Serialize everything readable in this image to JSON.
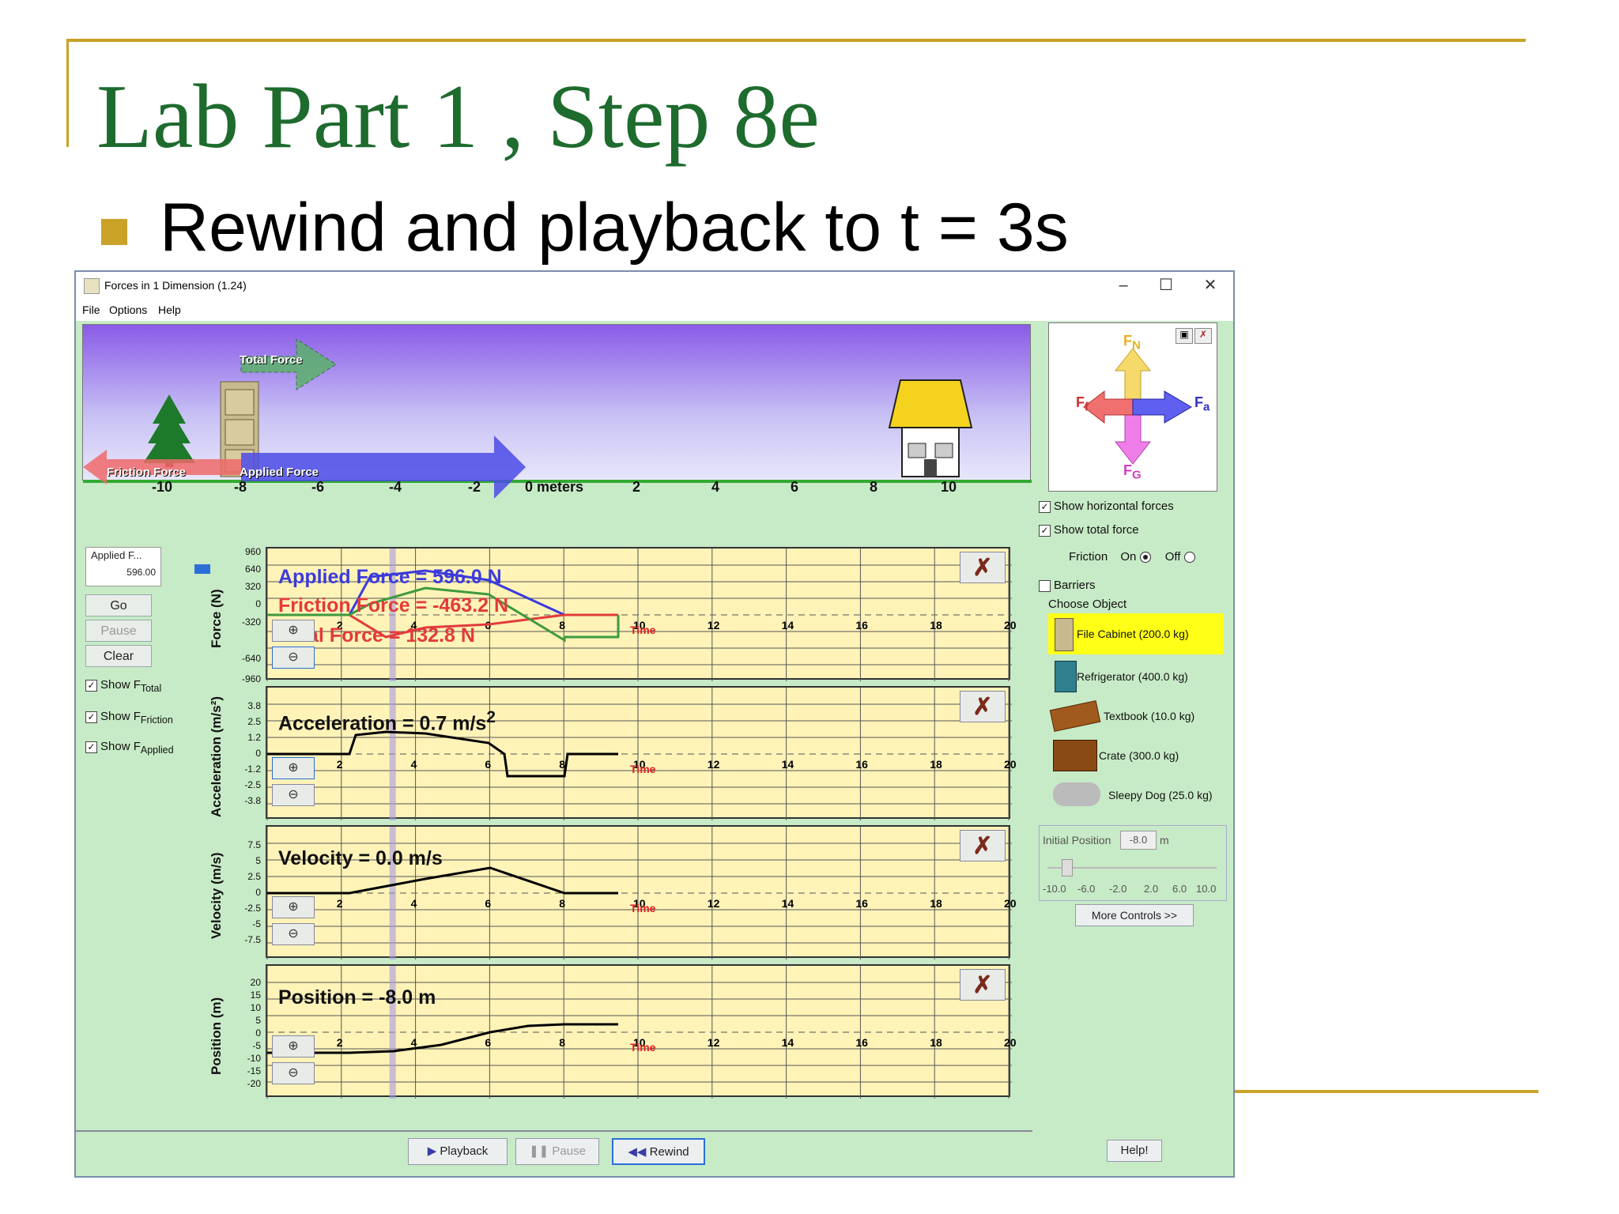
{
  "slide": {
    "title": "Lab Part 1 , Step 8e",
    "bullet": "Rewind and playback to t = 3s"
  },
  "window": {
    "title": "Forces in 1 Dimension (1.24)",
    "menu": [
      "File",
      "Options",
      "Help"
    ],
    "controls": {
      "minimize": "–",
      "maximize": "☐",
      "close": "✕"
    }
  },
  "scene": {
    "total_force_label": "Total Force",
    "friction_force_label": "Friction Force",
    "applied_force_label": "Applied Force",
    "ruler": [
      "-10",
      "-8",
      "-6",
      "-4",
      "-2",
      "0 meters",
      "2",
      "4",
      "6",
      "8",
      "10"
    ]
  },
  "left_panel": {
    "applied_field_label": "Applied F...",
    "applied_field_value": "596.00",
    "go": "Go",
    "pause": "Pause",
    "clear": "Clear",
    "show_prefix": "Show F",
    "show_total_sub": "Total",
    "show_friction_sub": "Friction",
    "show_applied_sub": "Applied"
  },
  "graphs": {
    "time_label": "Time",
    "x_ticks": [
      "2",
      "4",
      "6",
      "8",
      "10",
      "12",
      "14",
      "16",
      "18",
      "20"
    ],
    "force": {
      "ylabel": "Force (N)",
      "y_ticks": [
        "960",
        "640",
        "320",
        "0",
        "-320",
        "-640",
        "-960"
      ],
      "applied_readout": "Applied Force = 596.0 N",
      "friction_readout": "Friction Force = -463.2 N",
      "total_readout": "Total Force = 132.8 N"
    },
    "acceleration": {
      "ylabel": "Acceleration (m/s²)",
      "y_ticks": [
        "3.8",
        "2.5",
        "1.2",
        "0",
        "-1.2",
        "-2.5",
        "-3.8"
      ],
      "readout": "Acceleration = 0.7 m/s",
      "readout_sup": "2"
    },
    "velocity": {
      "ylabel": "Velocity (m/s)",
      "y_ticks": [
        "7.5",
        "5",
        "2.5",
        "0",
        "-2.5",
        "-5",
        "-7.5"
      ],
      "readout": "Velocity = 0.0 m/s"
    },
    "position": {
      "ylabel": "Position (m)",
      "y_ticks": [
        "20",
        "15",
        "10",
        "5",
        "0",
        "-5",
        "-10",
        "-15",
        "-20"
      ],
      "readout": "Position = -8.0 m"
    }
  },
  "right_panel": {
    "fbd_labels": {
      "normal": "F",
      "normal_sub": "N",
      "friction": "F",
      "friction_sub": "f",
      "applied": "F",
      "applied_sub": "a",
      "gravity": "F",
      "gravity_sub": "G"
    },
    "show_horizontal": "Show horizontal forces",
    "show_total": "Show total force",
    "friction_label": "Friction",
    "friction_on": "On",
    "friction_off": "Off",
    "barriers": "Barriers",
    "choose_object": "Choose Object",
    "objects": [
      "File Cabinet (200.0 kg)",
      "Refrigerator (400.0 kg)",
      "Textbook (10.0 kg)",
      "Crate (300.0 kg)",
      "Sleepy Dog (25.0 kg)"
    ],
    "initial_position_label": "Initial Position",
    "initial_position_value": "-8.0",
    "initial_position_unit": "m",
    "slider_ticks": [
      "-10.0",
      "-6.0",
      "-2.0",
      "2.0",
      "6.0",
      "10.0"
    ],
    "more_controls": "More Controls >>"
  },
  "bottom_bar": {
    "playback": "Playback",
    "pause": "Pause",
    "rewind": "Rewind",
    "help": "Help!"
  },
  "colors": {
    "applied": "#3b3bdc",
    "friction": "#e23b3b",
    "total": "#3e9a3e",
    "graph_bg": "#fff3b8",
    "panel_bg": "#c7eac7",
    "slide_accent": "#c9a227",
    "title_green": "#1e6b2e"
  }
}
